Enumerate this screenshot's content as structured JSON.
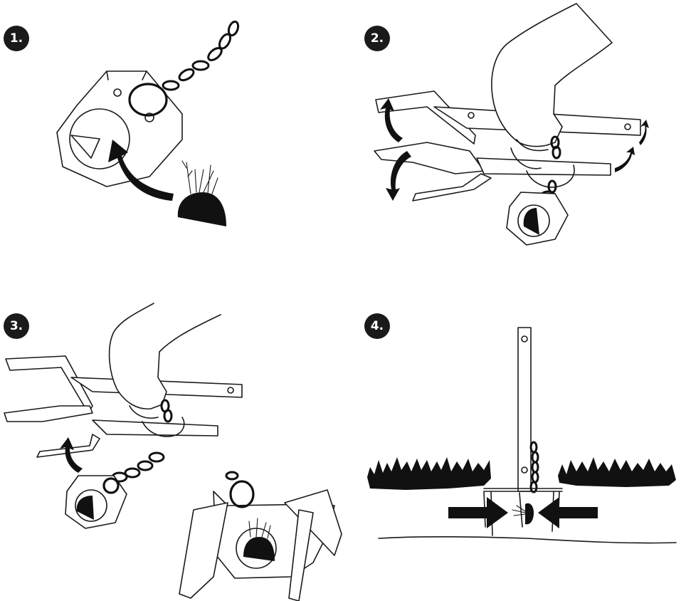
{
  "steps": [
    {
      "number": "1.",
      "description_icons": [
        "tool-plate",
        "chain",
        "weed-root-ball",
        "curved-arrow"
      ]
    },
    {
      "number": "2.",
      "description_icons": [
        "hand",
        "weeder-claws",
        "chain",
        "open-arrows"
      ]
    },
    {
      "number": "3.",
      "description_icons": [
        "hand",
        "weeder-claws",
        "chain",
        "release-arrow",
        "gripping-claw"
      ]
    },
    {
      "number": "4.",
      "description_icons": [
        "weeder-handle",
        "grass",
        "soil-line",
        "squeeze-arrows"
      ]
    }
  ],
  "colors": {
    "ink": "#1a1a1a",
    "background": "#ffffff",
    "badge": "#1a1a1a"
  }
}
